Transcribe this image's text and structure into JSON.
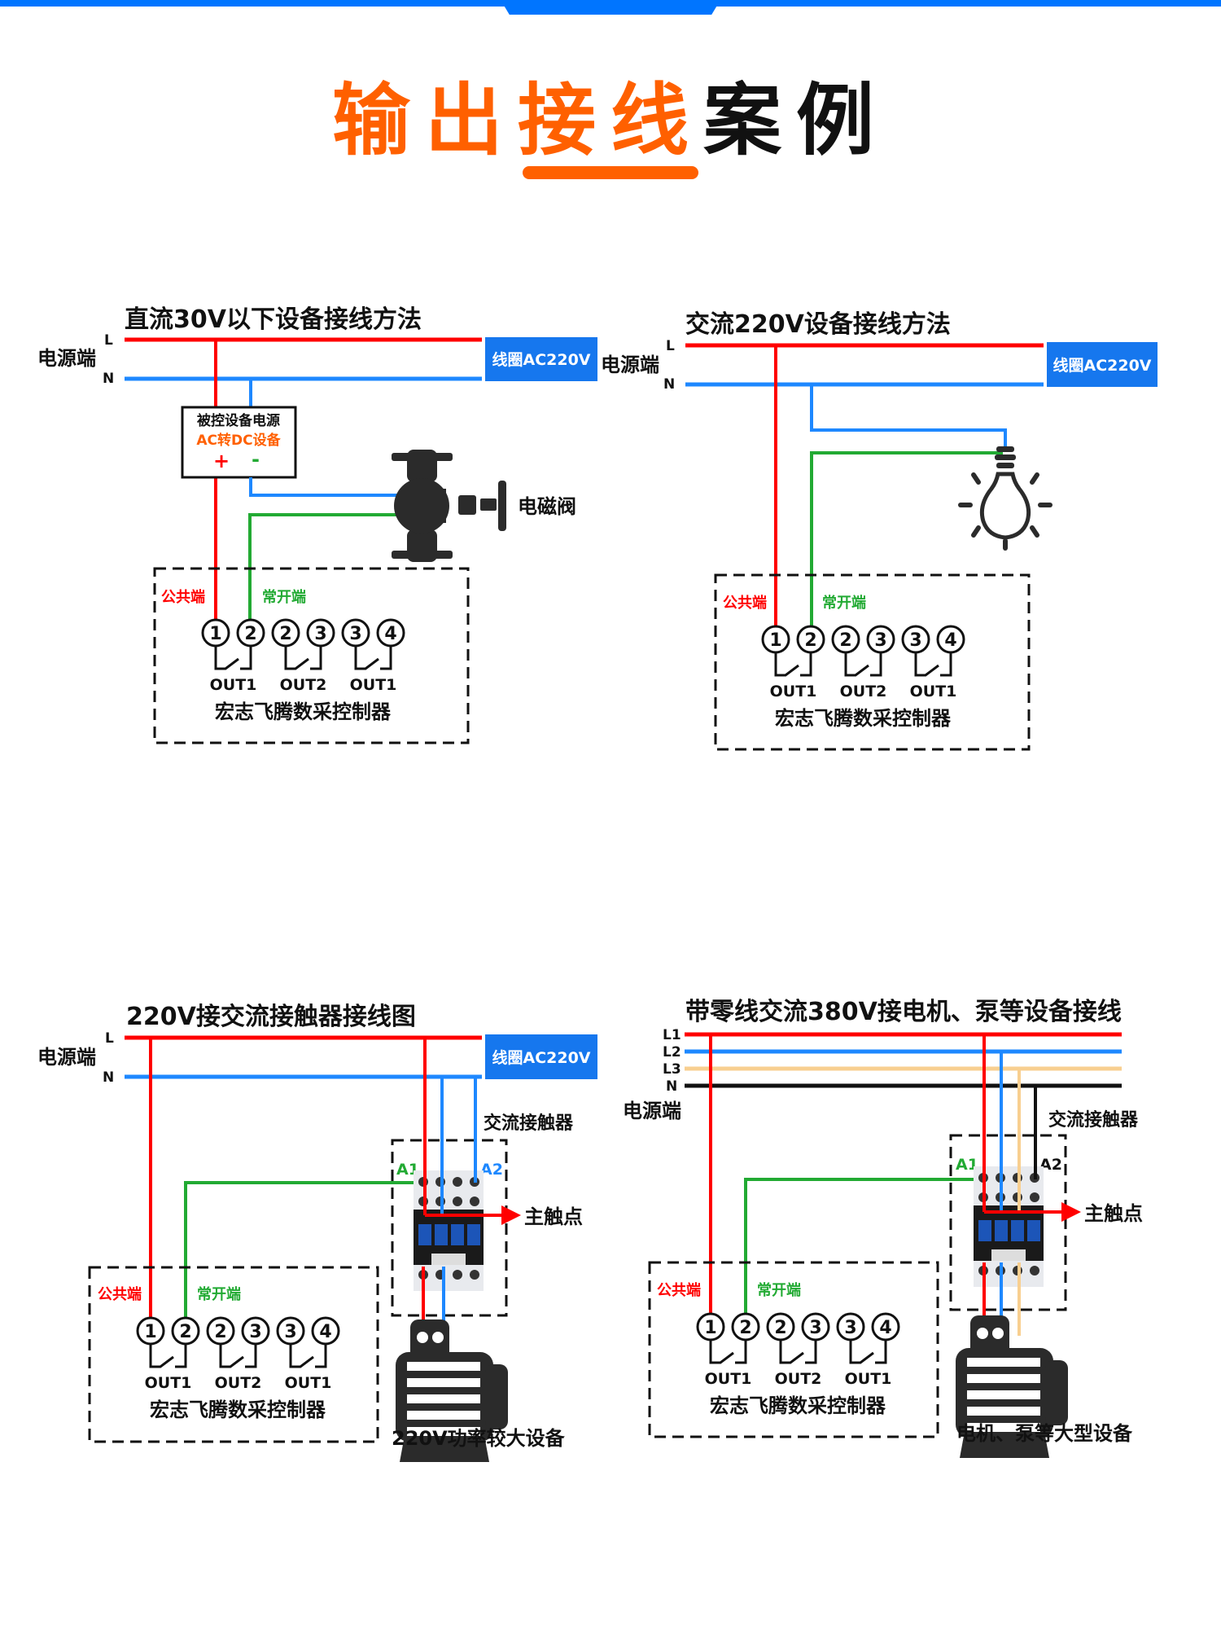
{
  "page_title": {
    "part_orange": "输出接线",
    "part_black": "案例"
  },
  "colors": {
    "brand_blue": "#0075ff",
    "accent_orange": "#ff6000",
    "live_red": "#ff0000",
    "neutral_blue": "#1e88ff",
    "switched_green": "#22aa33",
    "l3_tan": "#f8cf90",
    "neutral_black": "#111111",
    "device_dark": "#2b2b2b"
  },
  "common": {
    "power_label": "电源端",
    "coil_badge": "线圈AC220V",
    "common_terminal": "公共端",
    "no_terminal": "常开端",
    "terminals": [
      "1",
      "2",
      "2",
      "3",
      "3",
      "4"
    ],
    "outputs": [
      "OUT1",
      "OUT2",
      "OUT1"
    ],
    "controller_name": "宏志飞腾数采控制器",
    "contactor_label": "交流接触器",
    "main_contact": "主触点",
    "a1": "A1",
    "a2": "A2"
  },
  "diagrams": [
    {
      "title": "直流30V以下设备接线方法",
      "lines": [
        "L",
        "N"
      ],
      "psu_title": "被控设备电源",
      "psu_sub": "AC转DC设备",
      "psu_plus": "+",
      "psu_minus": "-",
      "device": "电磁阀"
    },
    {
      "title": "交流220V设备接线方法",
      "lines": [
        "L",
        "N"
      ],
      "device": "bulb"
    },
    {
      "title": "220V接交流接触器接线图",
      "lines": [
        "L",
        "N"
      ],
      "device": "220V功率较大设备"
    },
    {
      "title": "带零线交流380V接电机、泵等设备接线",
      "lines": [
        "L1",
        "L2",
        "L3",
        "N"
      ],
      "device": "电机、泵等大型设备"
    }
  ]
}
